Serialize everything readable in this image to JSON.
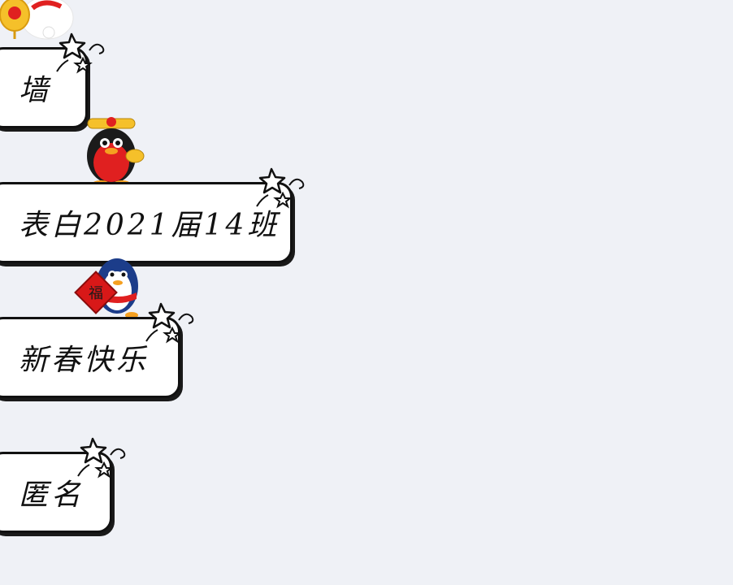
{
  "messages": [
    {
      "text": "墙"
    },
    {
      "text": "表白2021届14班"
    },
    {
      "text": "新春快乐"
    },
    {
      "text": "匿名"
    }
  ],
  "icons": [
    "lantern-cat-sticker-icon",
    "fortune-god-penguin-sticker-icon",
    "fu-penguin-sticker-icon",
    "star-decoration-icon"
  ],
  "sticker_text": {
    "fu": "福"
  },
  "colors": {
    "background": "#eff1f6",
    "bubble": "#ffffff",
    "border": "#111111",
    "accent_red": "#e02020",
    "accent_gold": "#f5c02a"
  }
}
